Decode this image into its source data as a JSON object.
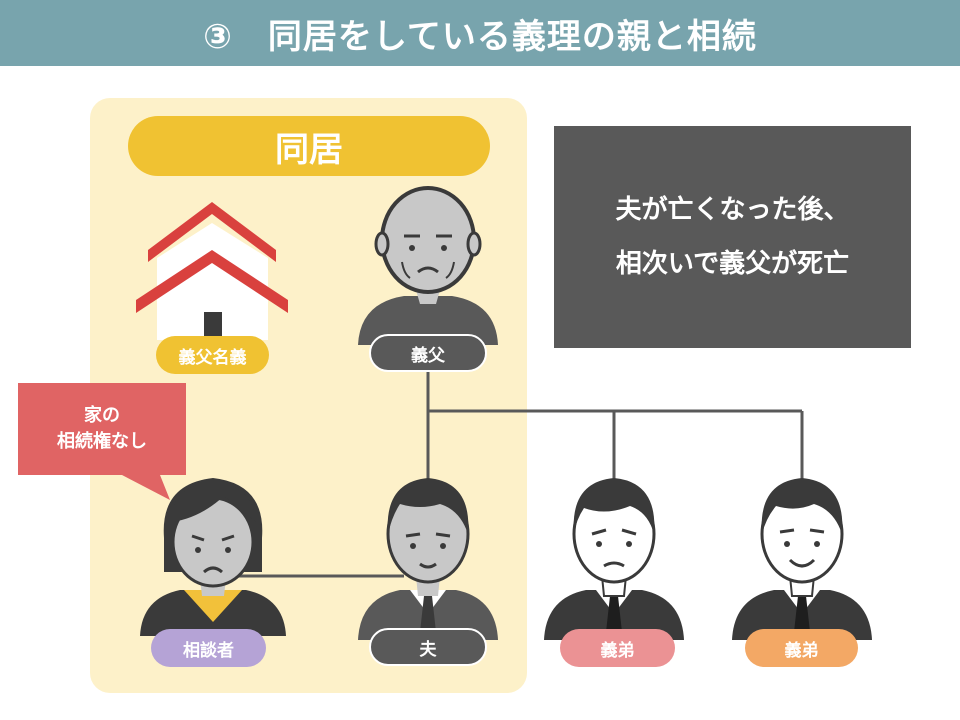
{
  "header": {
    "title": "③　同居をしている義理の親と相続"
  },
  "cohabitation": {
    "label": "同居"
  },
  "house": {
    "label": "義父名義"
  },
  "note": {
    "line1": "夫が亡くなった後、",
    "line2": "相次いで義父が死亡"
  },
  "callout": {
    "line1": "家の",
    "line2": "相続権なし"
  },
  "people": {
    "father_in_law": {
      "label": "義父"
    },
    "consultant": {
      "label": "相談者"
    },
    "husband": {
      "label": "夫"
    },
    "brother_in_law_1": {
      "label": "義弟"
    },
    "brother_in_law_2": {
      "label": "義弟"
    }
  },
  "colors": {
    "header": "#78a4ad",
    "cohab_area": "#fdf1c9",
    "cohab_label": "#f0c232",
    "note_bg": "#595959",
    "callout": "#e06464",
    "house_roof": "#d9413e",
    "consultant_label": "#b5a3d6",
    "brother1_label": "#eb9294",
    "brother2_label": "#f3a865"
  }
}
